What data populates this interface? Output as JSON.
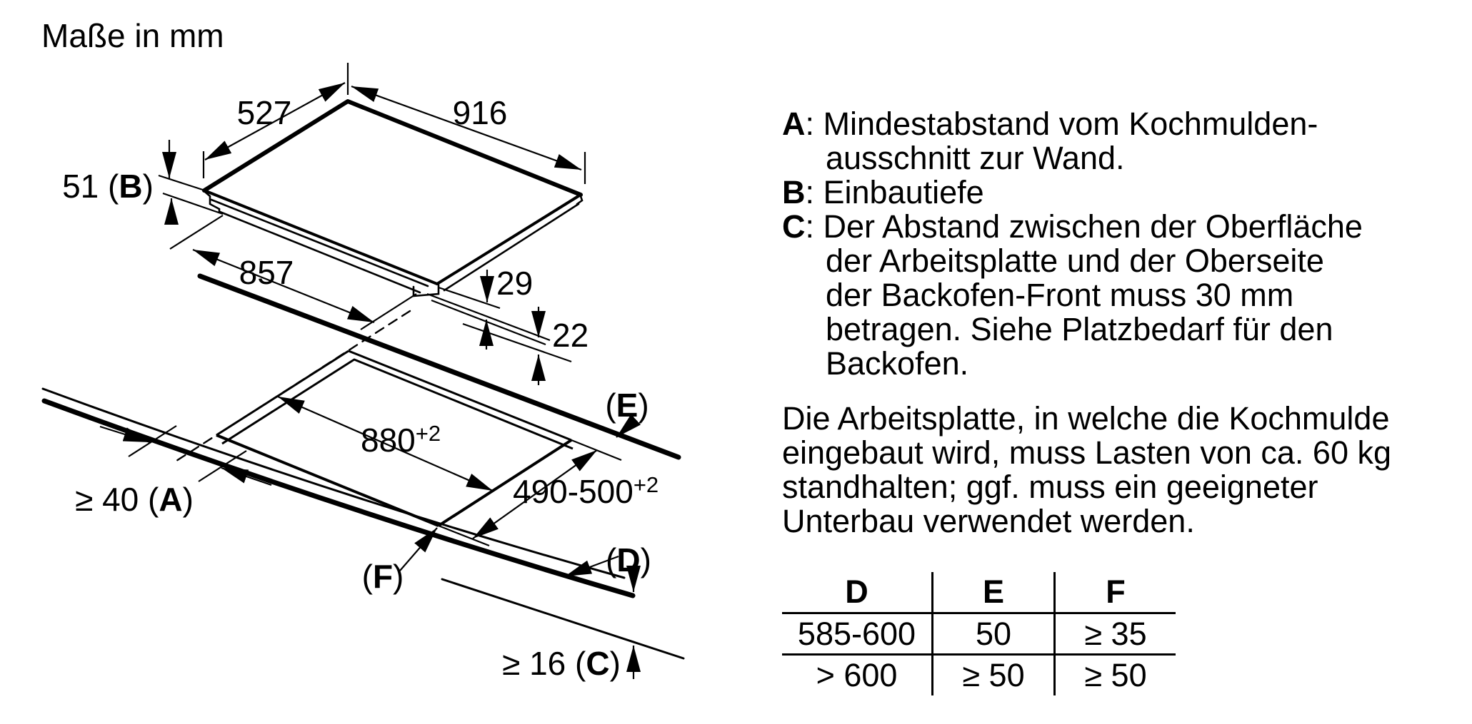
{
  "title": "Maße in mm",
  "diagram": {
    "dim_527": "527",
    "dim_916": "916",
    "dim_51": {
      "pre": "51 (",
      "letter": "B",
      "post": ")"
    },
    "dim_857": "857",
    "dim_29": "29",
    "dim_22": "22",
    "dim_880": {
      "value": "880",
      "tol": "+2"
    },
    "dim_490_500": {
      "value": "490-500",
      "tol": "+2"
    },
    "dim_a": {
      "pre": "≥ 40 (",
      "letter": "A",
      "post": ")"
    },
    "dim_c": {
      "pre": "≥ 16 (",
      "letter": "C",
      "post": ")"
    },
    "ref_e": {
      "pre": "(",
      "letter": "E",
      "post": ")"
    },
    "ref_d": {
      "pre": "(",
      "letter": "D",
      "post": ")"
    },
    "ref_f": {
      "pre": "(",
      "letter": "F",
      "post": ")"
    }
  },
  "legend": {
    "items": [
      {
        "prefix": "A",
        "text": ": Mindestabstand vom Kochmulden-"
      },
      {
        "prefix": "",
        "text": "ausschnitt zur Wand."
      },
      {
        "prefix": "B",
        "text": ": Einbautiefe"
      },
      {
        "prefix": "C",
        "text": ": Der Abstand zwischen der Oberfläche"
      },
      {
        "prefix": "",
        "text": "der Arbeitsplatte und der Oberseite"
      },
      {
        "prefix": "",
        "text": "der Backofen-Front muss 30 mm"
      },
      {
        "prefix": "",
        "text": "betragen. Siehe Platzbedarf für den"
      },
      {
        "prefix": "",
        "text": "Backofen."
      }
    ]
  },
  "paragraph": {
    "lines": [
      "Die Arbeitsplatte, in welche die Kochmulde",
      "eingebaut wird, muss Lasten von ca. 60 kg",
      "standhalten; ggf. muss ein geeigneter",
      "Unterbau verwendet werden."
    ]
  },
  "table": {
    "headers": [
      "D",
      "E",
      "F"
    ],
    "rows": [
      [
        "585-600",
        "50",
        "≥ 35"
      ],
      [
        "> 600",
        "≥ 50",
        "≥ 50"
      ]
    ]
  },
  "colors": {
    "ink": "#000000",
    "background": "#ffffff"
  }
}
